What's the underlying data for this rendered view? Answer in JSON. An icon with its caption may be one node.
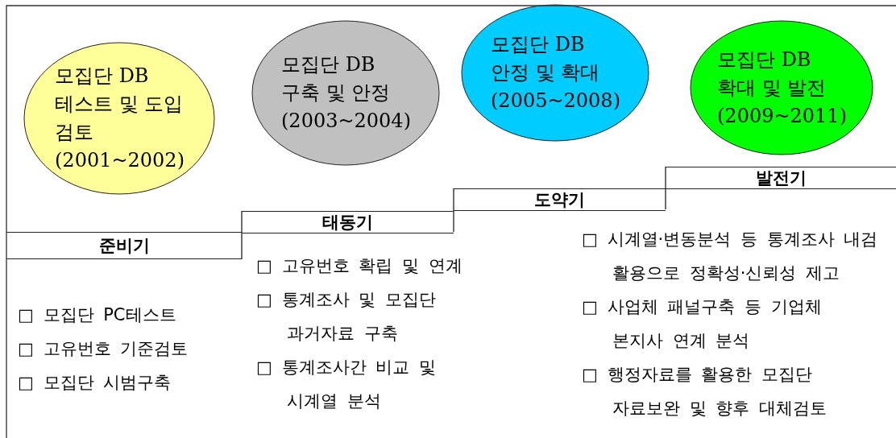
{
  "diagram": {
    "nodes": [
      {
        "text": [
          "모집단 DB 테스트 및 도입 검토",
          "(2001~2002)"
        ]
      },
      {
        "text": [
          "모집단 DB 구축 및 안정",
          "(2003~2004)"
        ]
      },
      {
        "text": [
          "모집단 DB 안정 및 확대",
          "(2005~2008)"
        ]
      },
      {
        "text": [
          "모집단 DB 확대 및 발전",
          "(2009~2011)"
        ]
      },
      {
        "text": [
          "발전기"
        ]
      },
      {
        "text": [
          "도약기"
        ]
      },
      {
        "text": [
          "태동기"
        ]
      },
      {
        "text": [
          "준비기"
        ]
      }
    ],
    "edges": [],
    "labels": [
      "□ 시계열·변동분석 등 통계조사 내검 활용으로 정확성·신뢰성 제고",
      "□ 고유번호 확립 및 연계",
      "□ 통계조사 및 모집단 과거자료 구축",
      "□ 사업체 패널구축 등 기업체 본지사 연계 분석",
      "□ 모집단 PC테스트",
      "□ 통계조사간 비교 및 시계열 분석",
      "□ 고유번호 기준검토",
      "□ 행정자료를 활용한 모집단 자료보완 및 향후 대체검토",
      "□ 모집단 시범구축"
    ]
  }
}
